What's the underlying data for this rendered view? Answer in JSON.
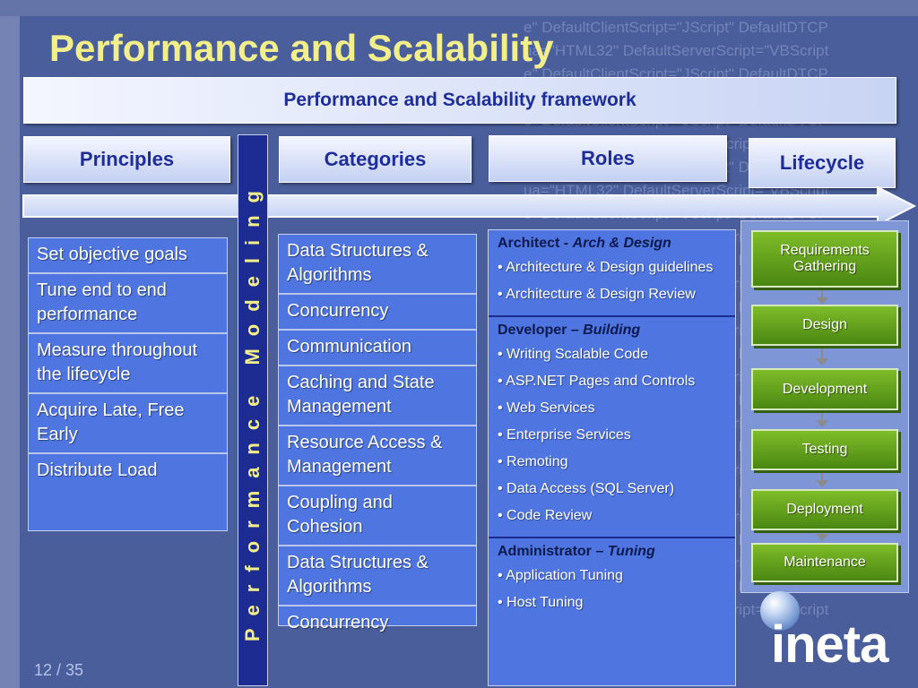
{
  "title": "Performance and Scalability",
  "banner": "Performance and Scalability framework",
  "headers": {
    "principles": "Principles",
    "categories": "Categories",
    "roles": "Roles",
    "lifecycle": "Lifecycle"
  },
  "vertical_label": "Performance Modeling",
  "principles": [
    "Set objective goals",
    "Tune end to end performance",
    "Measure throughout the lifecycle",
    "Acquire Late, Free Early",
    "Distribute Load"
  ],
  "categories": [
    "Data Structures & Algorithms",
    "Concurrency",
    "Communication",
    "Caching and State Management",
    "Resource Access & Management",
    "Coupling and Cohesion",
    "Data Structures & Algorithms",
    "Concurrency"
  ],
  "roles": [
    {
      "name": "Architect  - ",
      "focus": "Arch & Design",
      "items": [
        "• Architecture & Design guidelines",
        "• Architecture & Design Review"
      ]
    },
    {
      "name": "Developer – ",
      "focus": "Building",
      "items": [
        "•  Writing Scalable Code",
        "• ASP.NET Pages and Controls",
        "• Web Services",
        "• Enterprise Services",
        "• Remoting",
        "• Data Access (SQL Server)",
        "• Code Review"
      ]
    },
    {
      "name": "Administrator – ",
      "focus": "Tuning",
      "items": [
        "• Application Tuning",
        "• Host Tuning"
      ]
    }
  ],
  "lifecycle": [
    "Requirements Gathering",
    "Design",
    "Development",
    "Testing",
    "Deployment",
    "Maintenance"
  ],
  "page": "12 / 35",
  "logo_text": "ineta",
  "colors": {
    "title": "#f2ef8a",
    "header_text": "#1d2d9a",
    "cell_blue": "#4f75e0",
    "lifecycle_green": "#6aa81f",
    "background": "#4a5e9c"
  }
}
